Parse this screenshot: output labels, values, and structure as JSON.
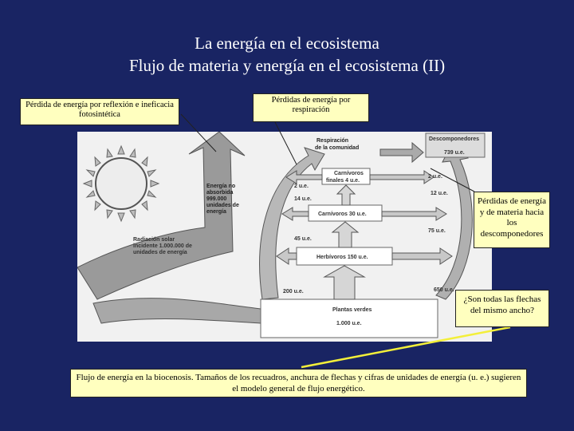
{
  "title": {
    "line1": "La energía en el ecosistema",
    "line2": "Flujo de materia y energía en el ecosistema (II)"
  },
  "callouts": {
    "reflexion": "Pérdida de energía por reflexión e ineficacia fotosintética",
    "respiracion": "Pérdidas de energía por respiración",
    "descomponedores": "Pérdidas de energía y de materia hacia los descomponedores",
    "flechas": "¿Son todas las flechas del mismo ancho?",
    "caption": "Flujo de energía en la biocenosis. Tamaños de los recuadros, anchura de flechas y cifras de unidades de energía (u. e.) sugieren el modelo general de flujo energético."
  },
  "diagram": {
    "radiacion": [
      "Radiación solar",
      "incidente 1.000.000 de",
      "unidades de energía"
    ],
    "no_absorbida": [
      "Energía no",
      "absorbida",
      "999.000",
      "unidades de",
      "energía"
    ],
    "respiracion_comunidad": [
      "Respiración",
      "de la comunidad"
    ],
    "descomponedores": [
      "Descomponedores",
      "739 u.e."
    ],
    "carnivoros_finales": [
      "Carnívoros",
      "finales 4 u.e."
    ],
    "carnivoros": "Carnívoros 30 u.e.",
    "herbivoros": "Herbívoros 150 u.e.",
    "plantas": [
      "Plantas verdes",
      "1.000 u.e."
    ],
    "values": {
      "v2_left": "2 u.e.",
      "v14": "14 u.e.",
      "v45": "45 u.e.",
      "v200": "200 u.e.",
      "v2_right": "2 u.e.",
      "v12": "12 u.e.",
      "v75": "75 u.e.",
      "v650": "650 u.e."
    }
  }
}
